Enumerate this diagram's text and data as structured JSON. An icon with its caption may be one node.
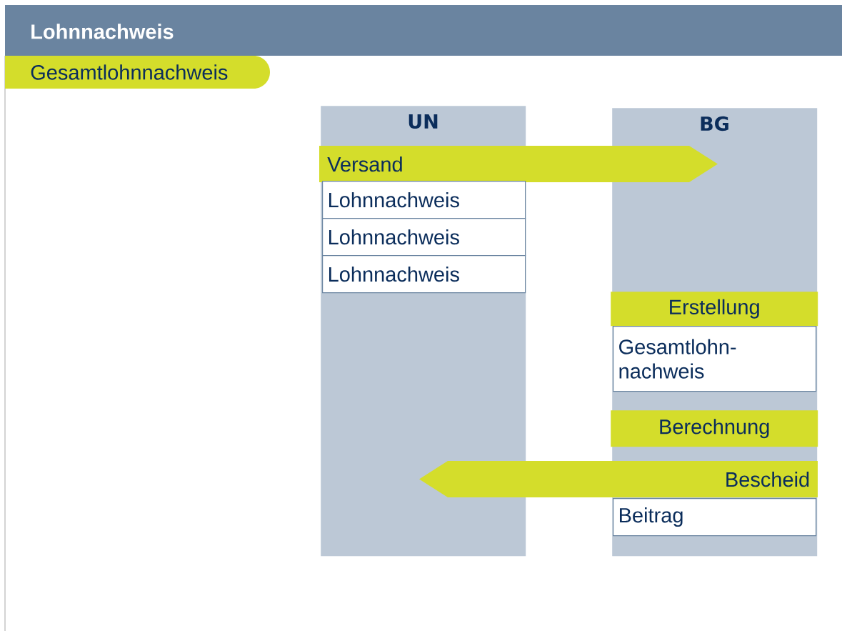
{
  "diagram": {
    "title": "Lohnnachweis",
    "nodes": [
      {
        "text": [
          "UN"
        ]
      },
      {
        "text": [
          "BG"
        ]
      },
      {
        "text": [
          "Versand"
        ]
      },
      {
        "text": [
          "Lohnnachweis"
        ],
        "in": 0
      },
      {
        "text": [
          "Lohnnachweis"
        ],
        "in": 0
      },
      {
        "text": [
          "Lohnnachweis"
        ],
        "in": 0
      },
      {
        "text": [
          "Erstellung"
        ],
        "in": 1
      },
      {
        "text": [
          "Gesamtlohn-nachweis"
        ],
        "in": 1
      },
      {
        "text": [
          "Berechnung"
        ],
        "in": 1
      },
      {
        "text": [
          "Bescheid"
        ]
      },
      {
        "text": [
          "Beitrag"
        ],
        "in": 1
      }
    ],
    "labels": [
      "Gesamtlohnnachweis"
    ]
  }
}
